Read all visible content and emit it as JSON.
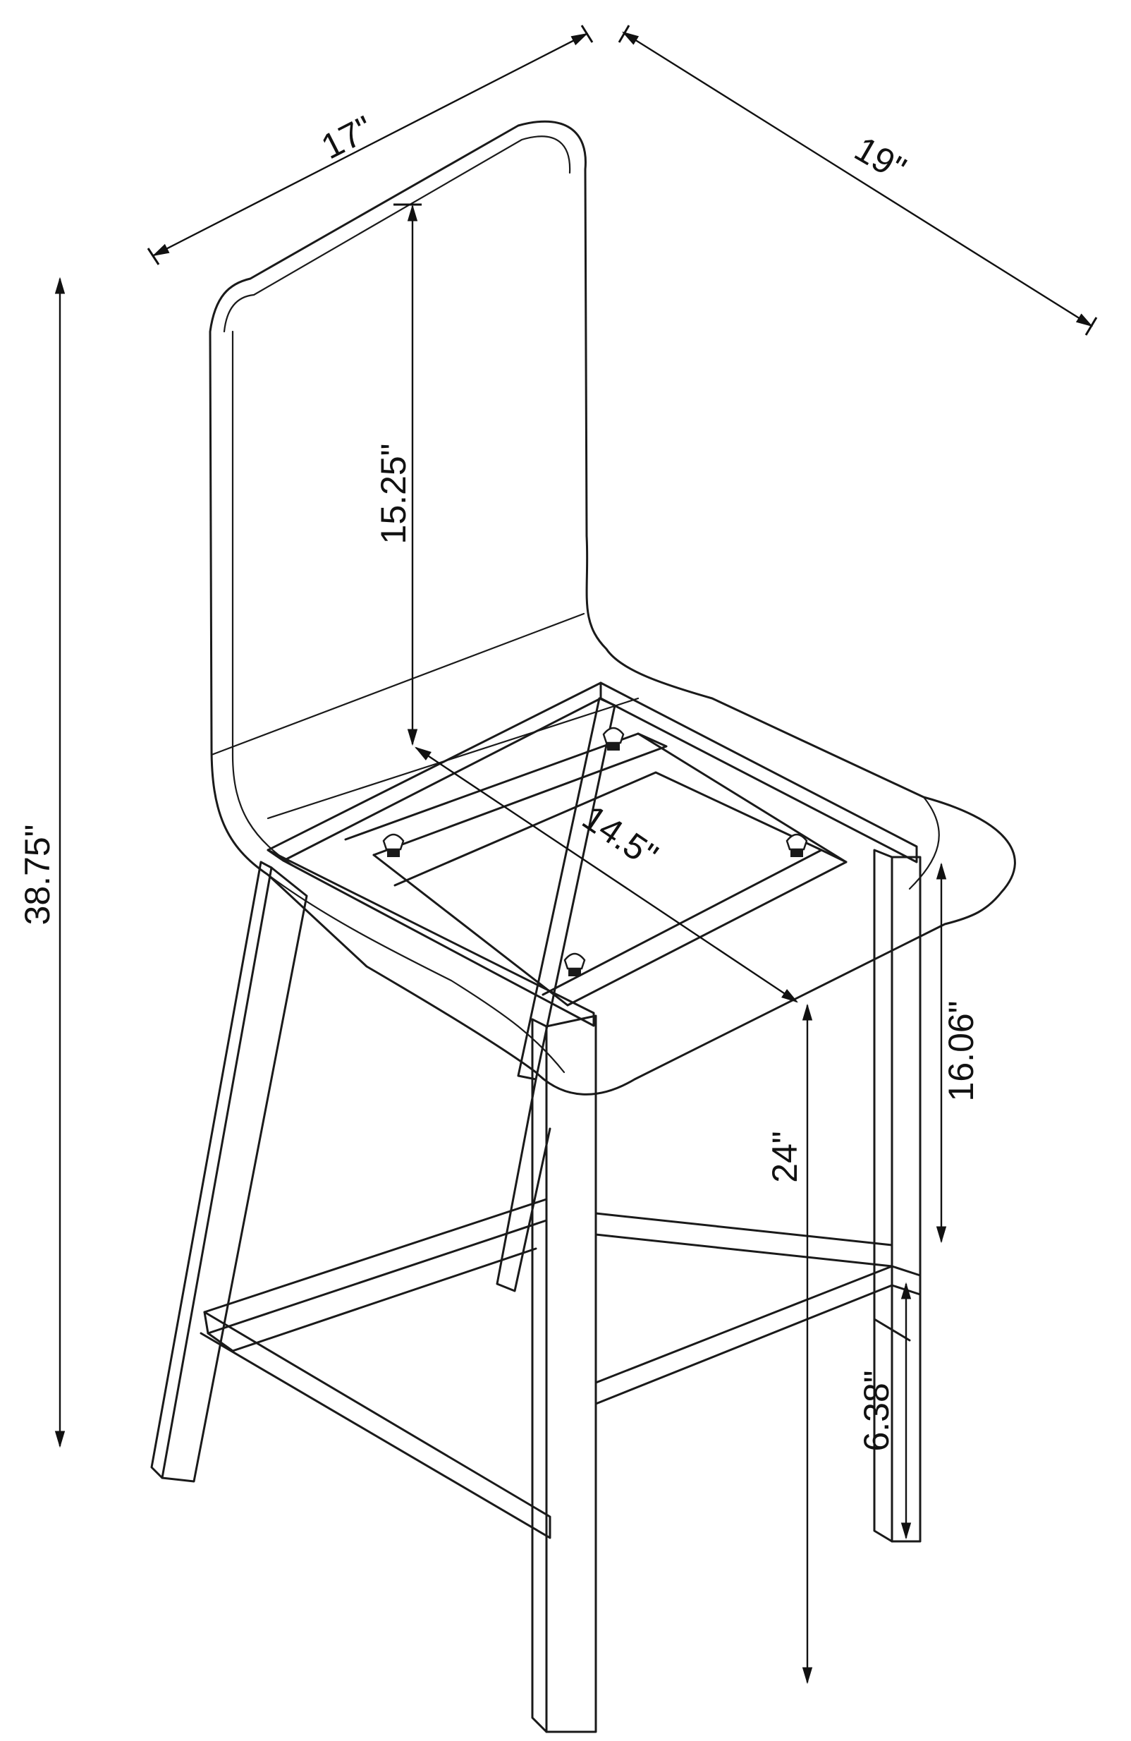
{
  "dimensions": {
    "width_top": "17\"",
    "depth_top": "19\"",
    "overall_height": "38.75\"",
    "back_height": "15.25\"",
    "seat_depth": "14.5\"",
    "seat_height": "24\"",
    "arm_to_rail": "16.06\"",
    "footrest_height": "6.38\""
  },
  "colors": {
    "line": "#1a1a1a",
    "background": "#ffffff"
  }
}
